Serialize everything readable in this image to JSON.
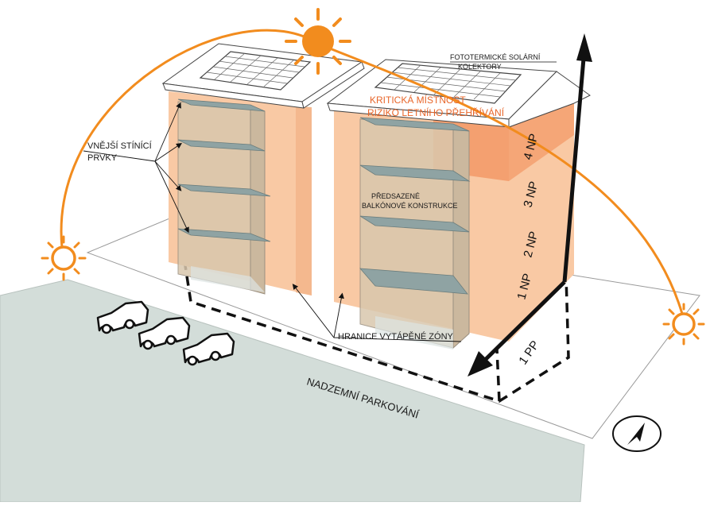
{
  "labels": {
    "solar_collectors": [
      "FOTOTERMICKÉ SOLÁRNÍ",
      "KOLEKTORY"
    ],
    "critical_room": [
      "KRITICKÁ MÍSTNOST",
      "RIZIKO LETNÍHO PŘEHŘÍVÁNÍ"
    ],
    "external_shading": [
      "VNĚJŠÍ STÍNÍCÍ",
      "PRVKY"
    ],
    "balcony": [
      "PŘEDSAZENÉ",
      "BALKÓNOVÉ KONSTRUKCE"
    ],
    "heated_zone": "HRANICE VYTÁPĚNÉ ZÓNY",
    "parking": "NADZEMNÍ PARKOVÁNÍ"
  },
  "floors": [
    "4 NP",
    "3 NP",
    "2 NP",
    "1 NP",
    "1 PP"
  ],
  "icons": {
    "sun": "sun-icon",
    "car": "car-icon",
    "north": "north-arrow-icon"
  },
  "colors": {
    "sun_orange": "#f28c1e",
    "facade": "#f9c9a4",
    "critical": "#f4a070",
    "critical_text": "#e8662a",
    "balcony_fill": "#d9c7ad",
    "balcony_slab": "#8fa3a3",
    "parking": "#d3ddd9"
  }
}
